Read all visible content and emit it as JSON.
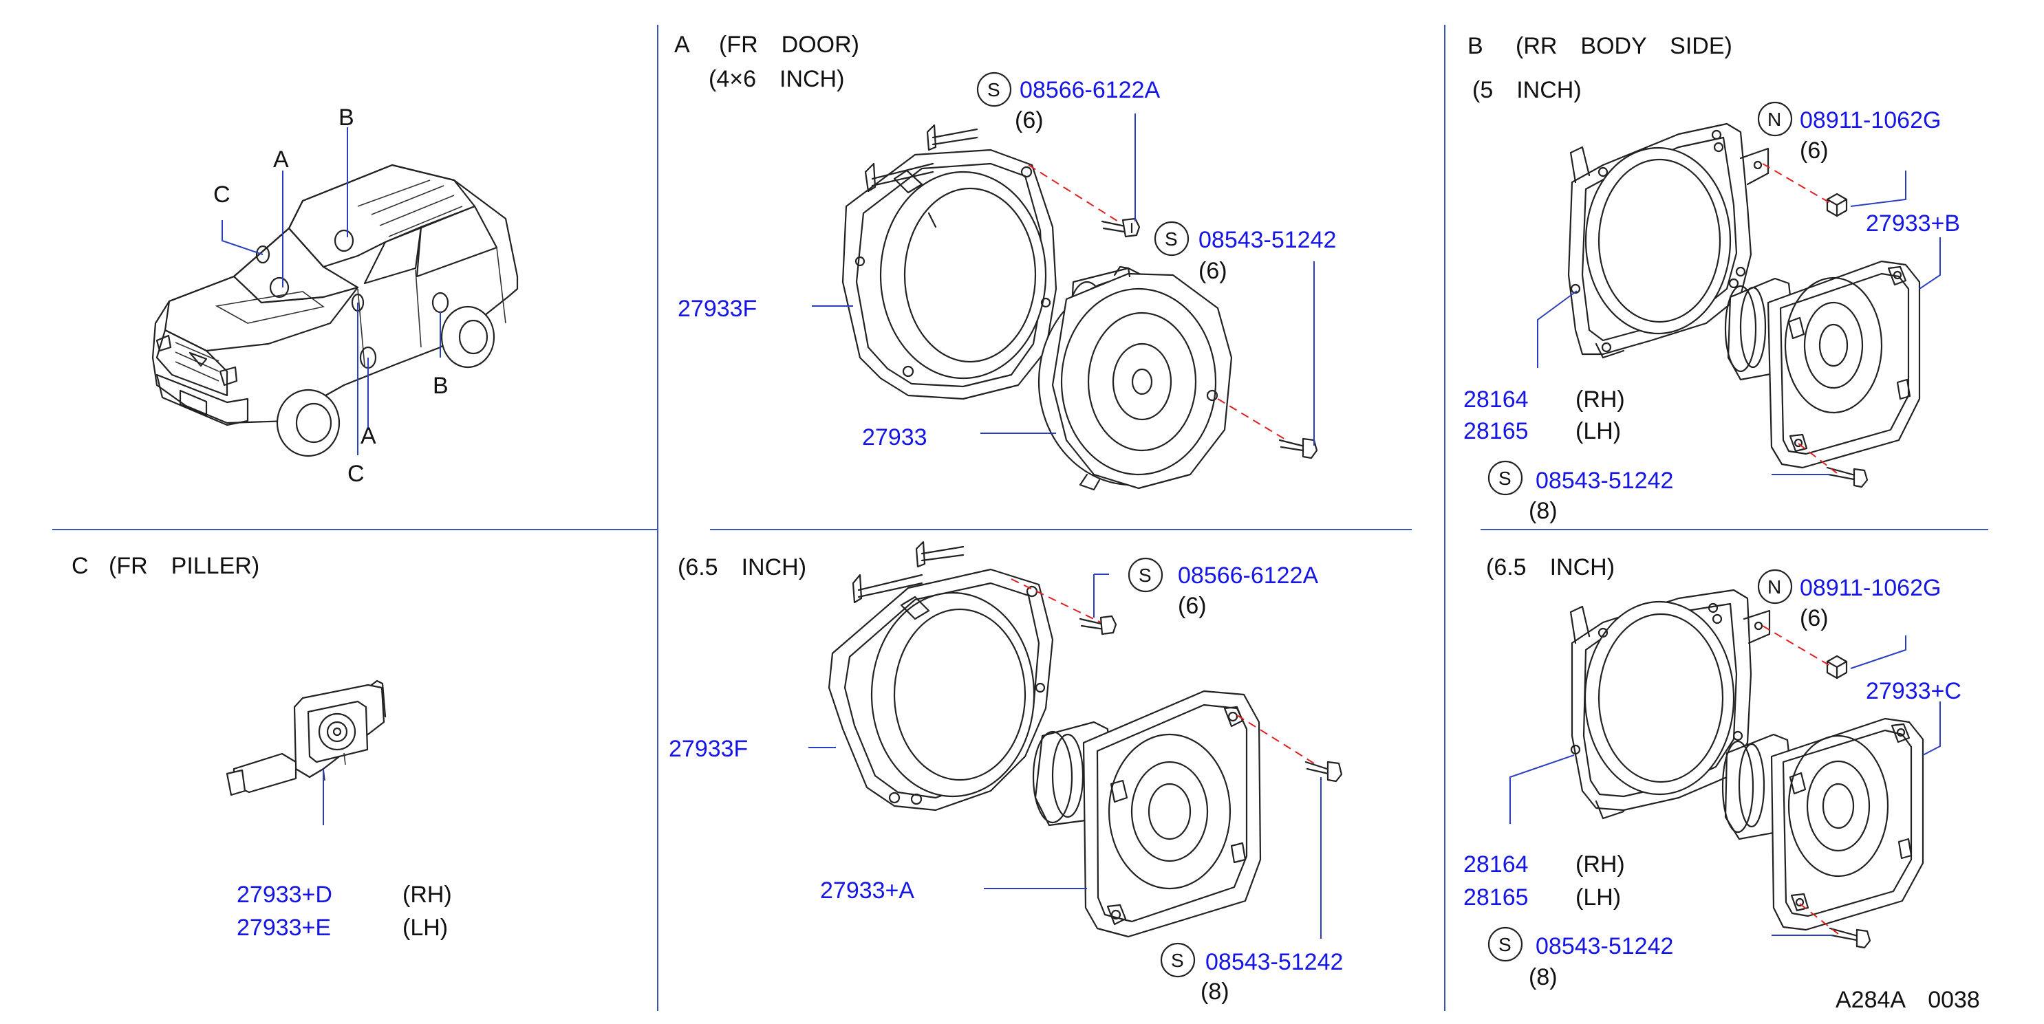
{
  "sections": {
    "A": {
      "letter": "A",
      "title": "(FR　DOOR)",
      "size_top": "(4×6　INCH)",
      "size_bottom": "(6.5　INCH)",
      "top": {
        "screw1": {
          "sym": "S",
          "part": "08566-6122A",
          "qty": "(6)"
        },
        "screw2": {
          "sym": "S",
          "part": "08543-51242",
          "qty": "(6)"
        },
        "bracket": "27933F",
        "speaker": "27933"
      },
      "bottom": {
        "screw1": {
          "sym": "S",
          "part": "08566-6122A",
          "qty": "(6)"
        },
        "screw2": {
          "sym": "S",
          "part": "08543-51242",
          "qty": "(8)"
        },
        "bracket": "27933F",
        "speaker": "27933+A"
      }
    },
    "B": {
      "letter": "B",
      "title": "(RR　BODY　SIDE)",
      "size_top": "(5　INCH)",
      "size_bottom": "(6.5　INCH)",
      "top": {
        "nut": {
          "sym": "N",
          "part": "08911-1062G",
          "qty": "(6)"
        },
        "speaker": "27933+B",
        "bracket_rh": "28164",
        "rh": "(RH)",
        "bracket_lh": "28165",
        "lh": "(LH)",
        "screw": {
          "sym": "S",
          "part": "08543-51242",
          "qty": "(8)"
        }
      },
      "bottom": {
        "nut": {
          "sym": "N",
          "part": "08911-1062G",
          "qty": "(6)"
        },
        "speaker": "27933+C",
        "bracket_rh": "28164",
        "rh": "(RH)",
        "bracket_lh": "28165",
        "lh": "(LH)",
        "screw": {
          "sym": "S",
          "part": "08543-51242",
          "qty": "(8)"
        }
      }
    },
    "C": {
      "letter": "C",
      "title": "(FR　PILLER)",
      "part_rh": "27933+D",
      "rh": "(RH)",
      "part_lh": "27933+E",
      "lh": "(LH)"
    }
  },
  "vehicle_callouts": {
    "a_top": "A",
    "b_top": "B",
    "c_top": "C",
    "a_bottom": "A",
    "b_bottom": "B",
    "c_bottom": "C"
  },
  "diagram_code": "A284A　0038",
  "colors": {
    "part_number": "#1515e6",
    "leader": "#2a3fbf",
    "screw_axis": "#e02020",
    "divider": "#3a57b8"
  }
}
